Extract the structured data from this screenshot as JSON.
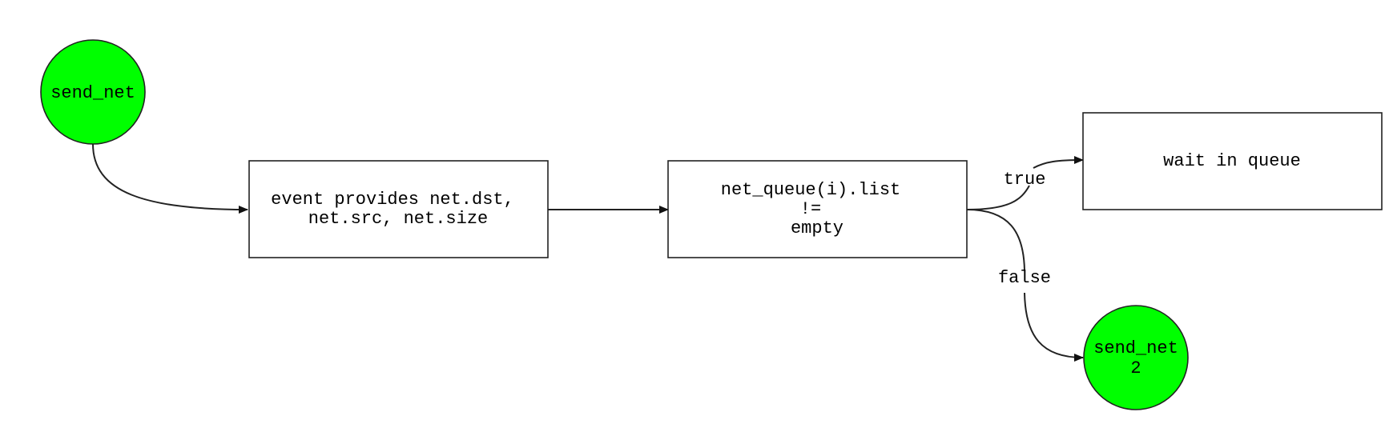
{
  "colors": {
    "terminal_fill": "#00ff00",
    "process_fill": "#ffffff",
    "stroke": "#222222",
    "text": "#000000"
  },
  "nodes": {
    "send_net": {
      "shape": "circle",
      "lines": [
        "send_net"
      ]
    },
    "event": {
      "shape": "rectangle",
      "lines": [
        "event provides net.dst,",
        "net.src, net.size"
      ]
    },
    "condition": {
      "shape": "rectangle",
      "lines": [
        "net_queue(i).list",
        "!=",
        "empty"
      ]
    },
    "wait": {
      "shape": "rectangle",
      "lines": [
        "wait in queue"
      ]
    },
    "send_net2": {
      "shape": "circle",
      "lines": [
        "send_net",
        "2"
      ]
    }
  },
  "edges": {
    "start_to_event": {
      "from": "send_net",
      "to": "event",
      "label": ""
    },
    "event_to_condition": {
      "from": "event",
      "to": "condition",
      "label": ""
    },
    "condition_true": {
      "from": "condition",
      "to": "wait",
      "label": "true"
    },
    "condition_false": {
      "from": "condition",
      "to": "send_net2",
      "label": "false"
    }
  }
}
